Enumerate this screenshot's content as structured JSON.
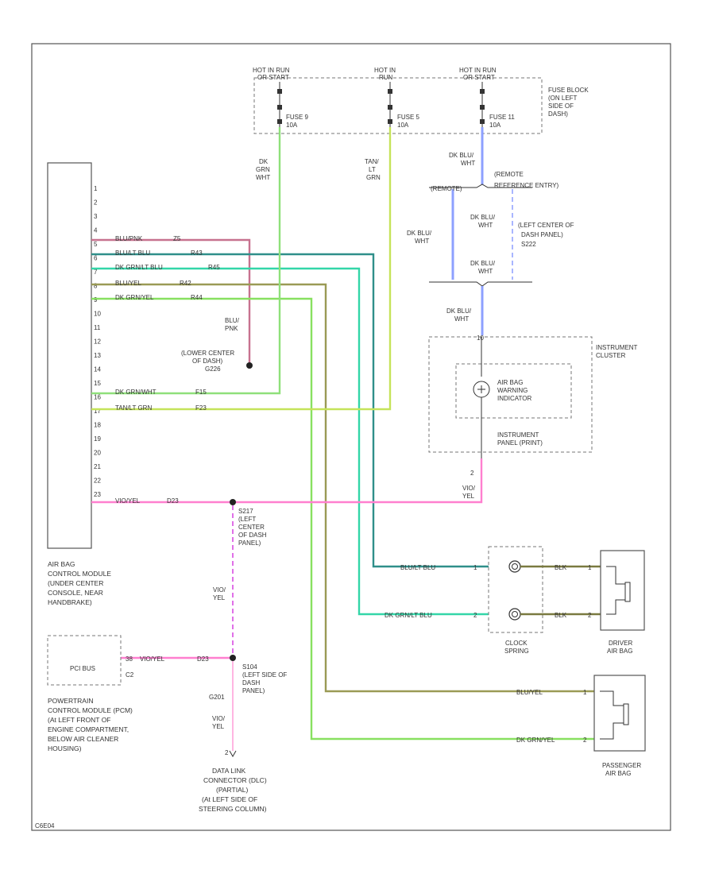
{
  "colors": {
    "blu_pnk": "#c7728f",
    "blu_lt_blu": "#2f8f8a",
    "dk_grn_lt_blu": "#33d6a8",
    "blu_yel": "#9a9a55",
    "dk_grn_yel": "#88e060",
    "dk_grn_wht": "#8fe07a",
    "tan_lt_grn": "#c5e35a",
    "vio_yel": "#ff7fcf",
    "dk_blu_wht": "#8da0ff",
    "dk_blu_wht_dash": "#a9b6ff",
    "vio_yel_dash": "#e070e8",
    "blk_out": "#7a7a40",
    "frame": "#555555"
  },
  "fuse_block": {
    "hot_in_run_1": "HOT IN RUN",
    "hot_in_run_1_sub": "OR START",
    "hot_in_2": "HOT IN",
    "hot_in_2_sub": "RUN",
    "hot_in_run_3": "HOT IN RUN",
    "hot_in_run_3_sub": "OR START",
    "fuse_9": "FUSE 9",
    "fuse_9_amp": "10A",
    "fuse_5": "FUSE 5",
    "fuse_5_amp": "10A",
    "fuse_11": "FUSE 11",
    "fuse_11_amp": "10A",
    "label_1": "FUSE BLOCK",
    "label_2": "(ON LEFT",
    "label_3": "SIDE OF",
    "label_4": "DASH)"
  },
  "module_pins": [
    "1",
    "2",
    "3",
    "4",
    "5",
    "6",
    "7",
    "8",
    "9",
    "10",
    "11",
    "12",
    "13",
    "14",
    "15",
    "16",
    "17",
    "18",
    "19",
    "20",
    "21",
    "22",
    "23"
  ],
  "pin_wires": {
    "p4": "BLU/PNK",
    "p4_c": "Z5",
    "p5": "BLU/LT BLU",
    "p5_c": "R43",
    "p6": "DK GRN/LT BLU",
    "p6_c": "R45",
    "p7": "BLU/YEL",
    "p7_c": "R42",
    "p8": "DK GRN/YEL",
    "p8_c": "R44",
    "p14": "DK GRN/WHT",
    "p14_c": "F15",
    "p15": "TAN/LT GRN",
    "p15_c": "F23",
    "p21": "VIO/YEL",
    "p21_c": "D23"
  },
  "vert_labels": {
    "fuse9_1": "DK",
    "fuse9_2": "GRN",
    "fuse9_3": "WHT",
    "fuse5_1": "TAN/",
    "fuse5_2": "LT",
    "fuse5_3": "GRN",
    "fuse11_1": "DK BLU/",
    "fuse11_2": "WHT",
    "blu_pnk_1": "BLU/",
    "blu_pnk_2": "PNK",
    "vio_yel_1": "VIO/",
    "vio_yel_2": "YEL",
    "vio_yel_3": "VIO/",
    "vio_yel_4": "YEL",
    "dkblu_a1": "DK BLU/",
    "dkblu_a2": "WHT",
    "dkblu_b1": "DK BLU/",
    "dkblu_b2": "WHT",
    "dkblu_c1": "DK BLU/",
    "dkblu_c2": "WHT",
    "dkblu_d1": "DK BLU/",
    "dkblu_d2": "WHT",
    "g201": "G201",
    "vio_yel_5": "VIO/",
    "vio_yel_6": "YEL",
    "pin2": "2"
  },
  "splices": {
    "s226_1": "(LOWER CENTER",
    "s226_2": "OF DASH)",
    "s226_3": "G226",
    "s217_1": "S217",
    "s217_2": "(LEFT",
    "s217_3": "CENTER",
    "s217_4": "OF DASH",
    "s217_5": "PANEL)",
    "s104_1": "S104",
    "s104_2": "(LEFT SIDE OF",
    "s104_3": "DASH",
    "s104_4": "PANEL)",
    "s222_1": "(LEFT CENTER OF",
    "s222_2": "DASH PANEL)",
    "s222_3": "S222",
    "remote_1": "(REMOTE",
    "remote_2": "REFERENCE ENTRY)",
    "remote_left": "(REMOTE)"
  },
  "instrument": {
    "cluster_1": "INSTRUMENT",
    "cluster_2": "CLUSTER",
    "pin_10": "10",
    "lamp_1": "AIR BAG",
    "lamp_2": "WARNING",
    "lamp_3": "INDICATOR",
    "printed_1": "INSTRUMENT",
    "printed_2": "PANEL (PRINT)"
  },
  "clock_spring": {
    "label_1": "CLOCK",
    "label_2": "SPRING",
    "w_top": "BLU/LT BLU",
    "w_bot": "DK GRN/LT BLU",
    "pin_top": "1",
    "pin_bot": "2",
    "out_top": "BLK",
    "out_bot": "BLK",
    "out_pin_top": "1",
    "out_pin_bot": "2"
  },
  "driver_airbag": {
    "label_1": "DRIVER",
    "label_2": "AIR BAG"
  },
  "passenger_airbag": {
    "label_1": "PASSENGER",
    "label_2": "AIR BAG",
    "w_top": "BLU/YEL",
    "w_bot": "DK GRN/YEL",
    "pin_top": "1",
    "pin_bot": "2"
  },
  "acm": {
    "label_1": "AIR BAG",
    "label_2": "CONTROL MODULE",
    "label_3": "(UNDER CENTER",
    "label_4": "CONSOLE, NEAR",
    "label_5": "HANDBRAKE)"
  },
  "pcm": {
    "name": "PCI BUS",
    "pin": "C2",
    "wire_num": "38",
    "wire": "VIO/YEL",
    "code": "D23",
    "label_1": "POWERTRAIN",
    "label_2": "CONTROL MODULE (PCM)",
    "label_3": "(At LEFT FRONT OF",
    "label_4": "ENGINE COMPARTMENT,",
    "label_5": "BELOW AIR CLEANER",
    "label_6": "HOUSING)"
  },
  "dlc": {
    "pin": "2",
    "label_1": "DATA LINK",
    "label_2": "CONNECTOR (DLC)",
    "label_3": "(PARTIAL)",
    "label_4": "(At LEFT SIDE OF",
    "label_5": "STEERING COLUMN)"
  },
  "footer": "C6E04"
}
